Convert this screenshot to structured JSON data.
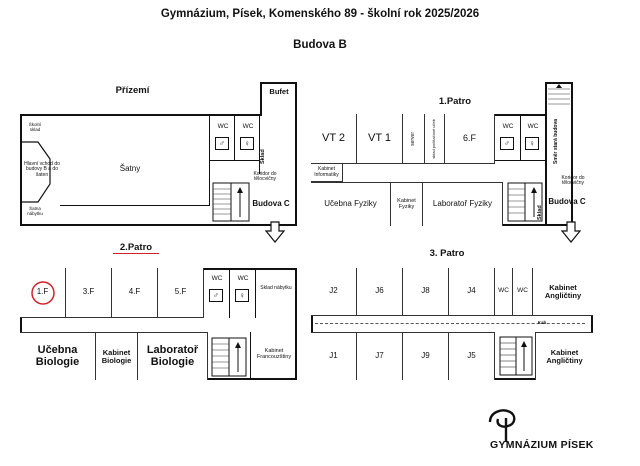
{
  "header": {
    "title": "Gymnázium, Písek, Komenského 89 - školní rok 2025/2026",
    "subtitle": "Budova B"
  },
  "ground": {
    "label": "Přízemí",
    "bufet": "Bufet",
    "kabinet_sportu": "Školní sklad",
    "main_entrance": "Hlavní vchod do budovy B a do šaten",
    "hire": "Šatna nábytku",
    "satny": "Šatny",
    "wc1": "WC",
    "wc2": "WC",
    "sklad": "Sklad",
    "corridor": "Koridor do tělocvičny",
    "building_c": "Budova C"
  },
  "first": {
    "label": "1.Patro",
    "vt2": "VT 2",
    "vt1": "VT 1",
    "server": "server",
    "sklad_pc": "sklad počítačové učeb",
    "room6f": "6.F",
    "wc1": "WC",
    "wc2": "WC",
    "stairs_old": "Směr stará budova",
    "kabinet_info": "Kabinet Informatiky",
    "ucebna_fyziky": "Učebna Fyziky",
    "kabinet_fyziky": "Kabinet Fyziky",
    "laborator_fyziky": "Laboratoř Fyziky",
    "sklad": "Sklad",
    "corridor": "Koridor do tělocvičny",
    "building_c": "Budova C"
  },
  "second": {
    "label": "2.Patro",
    "r1f": "1.F",
    "r3f": "3.F",
    "r4f": "4.F",
    "r5f": "5.F",
    "wc1": "WC",
    "wc2": "WC",
    "sklad_nabytku": "Sklad nábytku",
    "ucebna_biologie": "Učebna Biologie",
    "kabinet_biologie": "Kabinet Biologie",
    "laborator_biologie": "Laboratoř Biologie",
    "kabinet_fr": "Kabinet Francouzštiny"
  },
  "third": {
    "label": "3. Patro",
    "j2": "J2",
    "j6": "J6",
    "j8": "J8",
    "j4": "J4",
    "wc1": "WC",
    "wc2": "WC",
    "kabinet_aj1": "Kabinet Angličtiny",
    "kabinet_aj2": "Kabinet Angličtiny",
    "j1": "J1",
    "j7": "J7",
    "j9": "J9",
    "j5": "J5",
    "kab": "Kab"
  },
  "logo": {
    "text": "GYMNÁZIUM PÍSEK"
  },
  "colors": {
    "accent_red": "#d0202a",
    "ink": "#111111"
  }
}
